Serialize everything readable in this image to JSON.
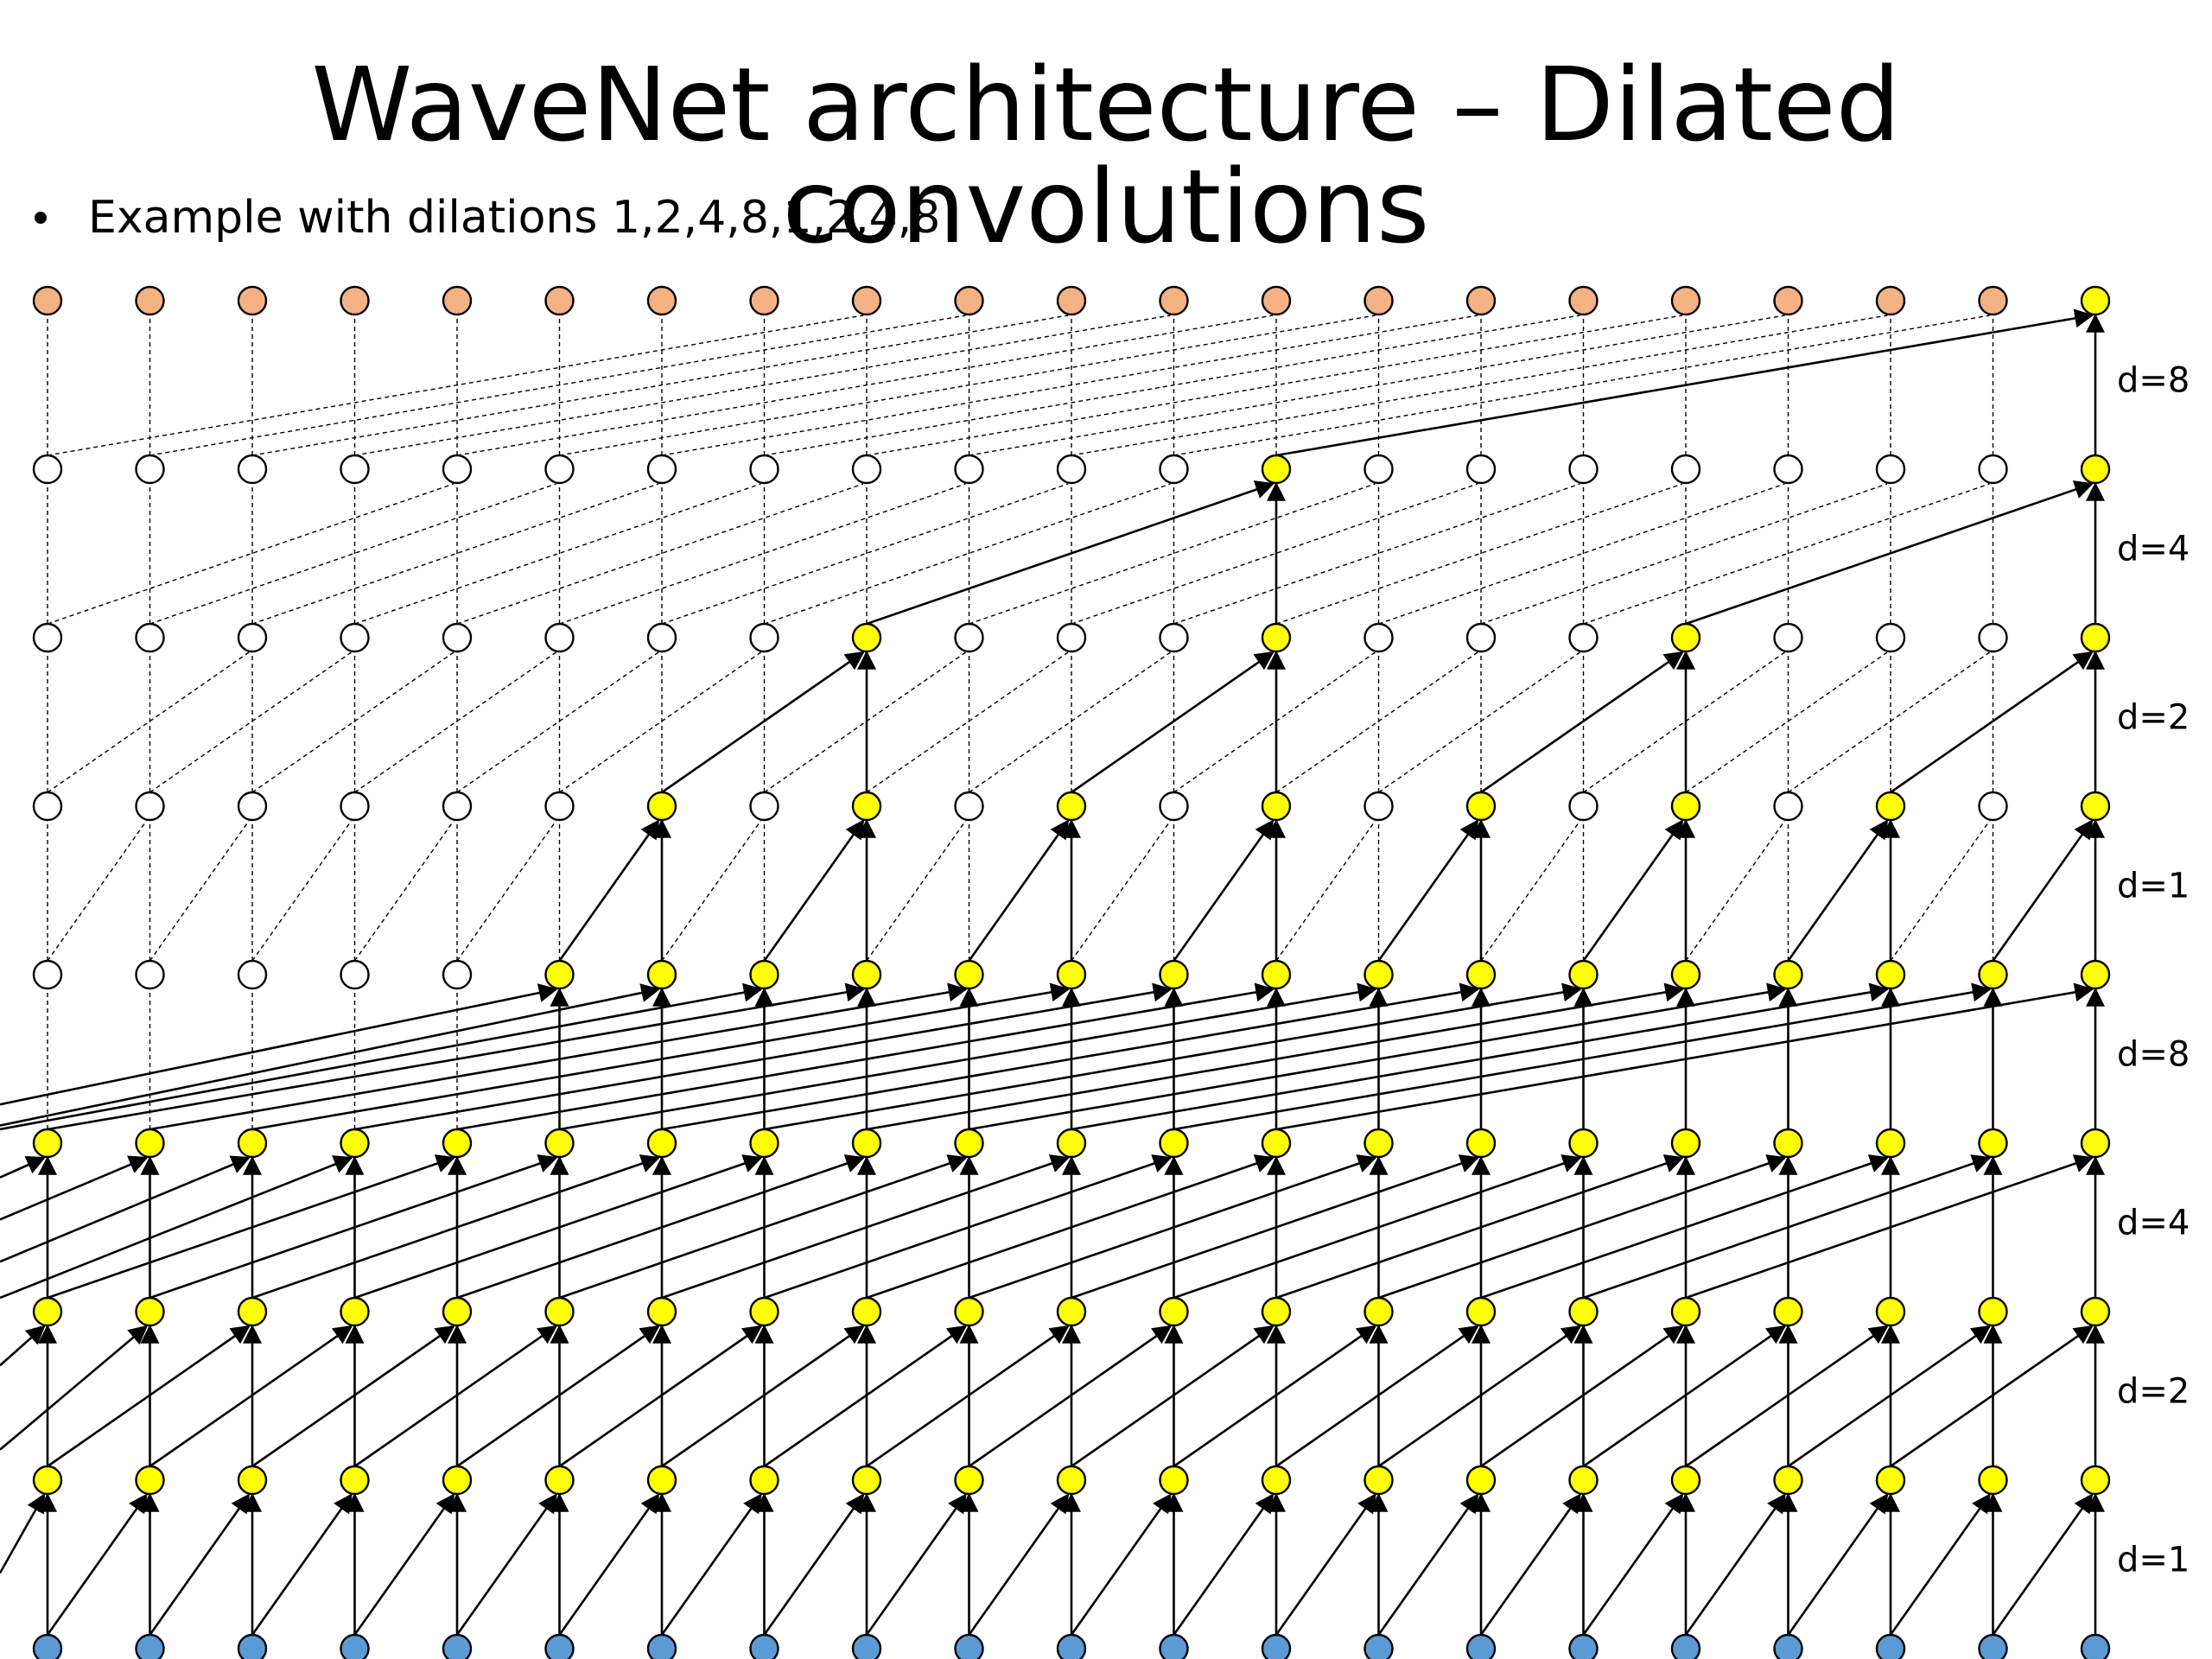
{
  "slide": {
    "title": "WaveNet architecture – Dilated convolutions",
    "bullet": "Example with dilations 1,2,4,8,1,2,4,8"
  },
  "diagram": {
    "columns": 21,
    "dilations": [
      1,
      2,
      4,
      8,
      1,
      2,
      4,
      8
    ],
    "layer_labels": [
      "d=1",
      "d=2",
      "d=4",
      "d=8",
      "d=1",
      "d=2",
      "d=4",
      "d=8"
    ],
    "colors": {
      "input": "#5b9bd5",
      "output": "#f4b183",
      "active": "#ffff00",
      "inactive": "#ffffff",
      "stroke": "#000000"
    }
  }
}
